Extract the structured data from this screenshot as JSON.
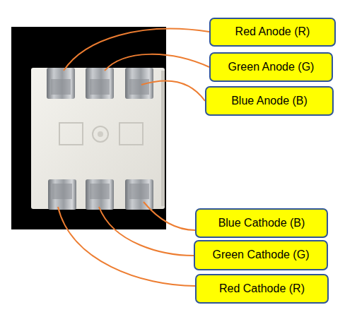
{
  "diagram": {
    "nodes": [
      {
        "text": [
          "Red Anode (R)"
        ]
      },
      {
        "text": [
          "Green Anode (G)"
        ]
      },
      {
        "text": [
          "Blue Anode (B)"
        ]
      },
      {
        "text": [
          "Blue Cathode (B)"
        ]
      },
      {
        "text": [
          "Green Cathode (G)"
        ]
      },
      {
        "text": [
          "Red Cathode (R)"
        ]
      }
    ]
  }
}
